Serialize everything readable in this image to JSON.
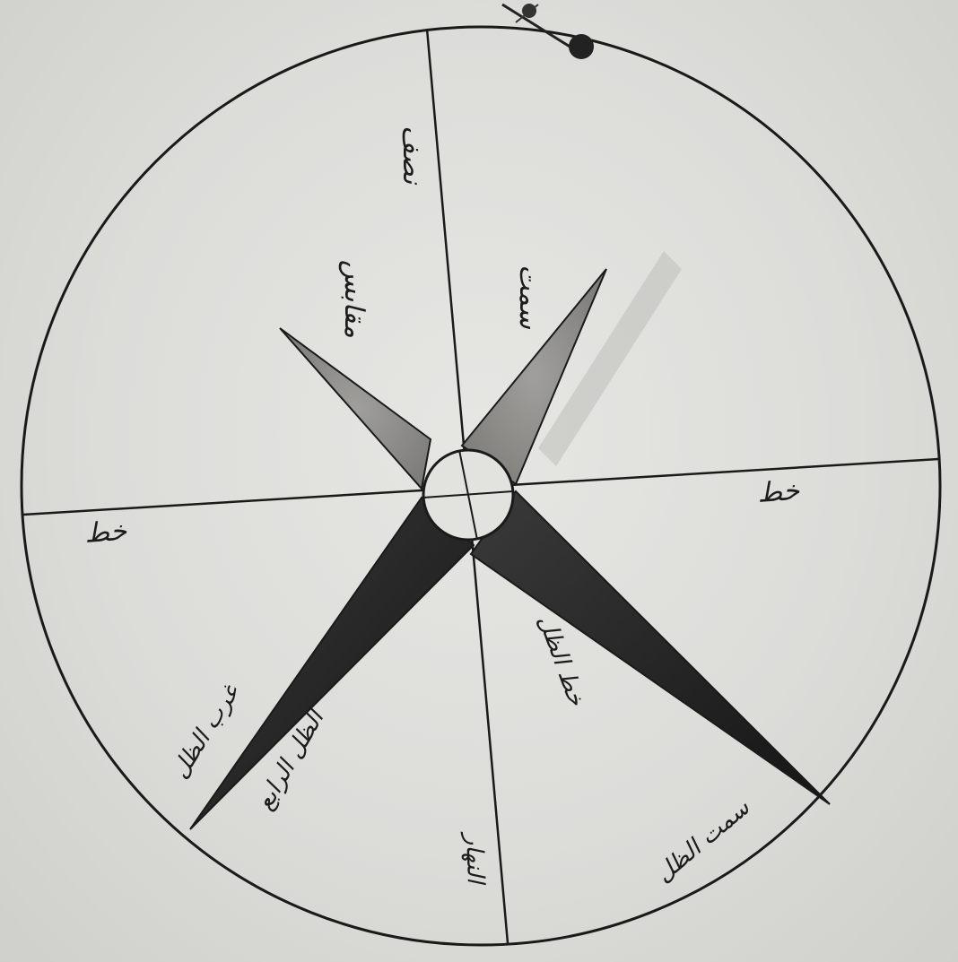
{
  "diagram": {
    "labels": {
      "top_meridian": "نصف",
      "upper_left": "مقابس",
      "upper_right": "سمت",
      "right_horizon": "خط",
      "left_horizon": "خط",
      "lower_left_inner": "الظل الرابع",
      "lower_left_outer": "غرب الظل",
      "lower_right_inner": "خط الظل",
      "lower_right_outer": "سمت الظل",
      "bottom_meridian": "النهار"
    },
    "colors": {
      "background": "#dcdcd9",
      "ink": "#1a1a1a",
      "light_shade": "#8d8d8a",
      "dark_shade": "#2b2b2b"
    }
  }
}
